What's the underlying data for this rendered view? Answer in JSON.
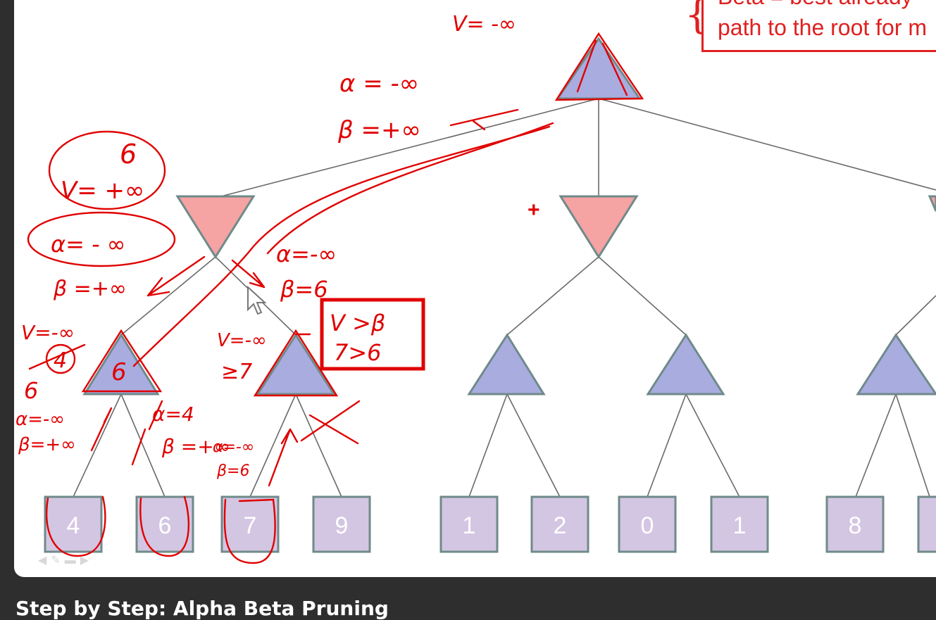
{
  "video": {
    "title": "Step by Step: Alpha Beta Pruning"
  },
  "slide": {
    "callout_lines": [
      "Beta = best already",
      "path to the root for m"
    ],
    "leaf_values": [
      "4",
      "6",
      "7",
      "9",
      "1",
      "2",
      "0",
      "1",
      "8"
    ]
  },
  "annotations": {
    "root_v": "V= -∞",
    "root_alpha": "α = -∞",
    "root_beta": "β =+∞",
    "min1_v": "V= +∞",
    "min1_v_new": "6",
    "min1_alpha": "α= - ∞",
    "min1_beta": "β =+∞",
    "max1_v": "V=-∞",
    "max1_v_new": "4",
    "max1_six": "6",
    "max1_inside": "6",
    "max1_alpha": "α=-∞",
    "max1_beta": "β=+∞",
    "max1_alpha_new": "α=4",
    "max1_beta_new": "β =+∞",
    "max2_pass_alpha": "α=-∞",
    "max2_pass_beta": "β=6",
    "max2_v": "V=-∞",
    "max2_v_ge": "≥7",
    "max2_child_alpha": "α=-∞",
    "max2_child_beta": "β=6",
    "prune_line1": "V >β",
    "prune_line2": "7>6"
  },
  "colors": {
    "max_node": "#a9acdf",
    "min_node": "#f5a3a3",
    "leaf": "#d3c6e2",
    "ink": "#e00000",
    "frame": "#2e2e2e"
  }
}
